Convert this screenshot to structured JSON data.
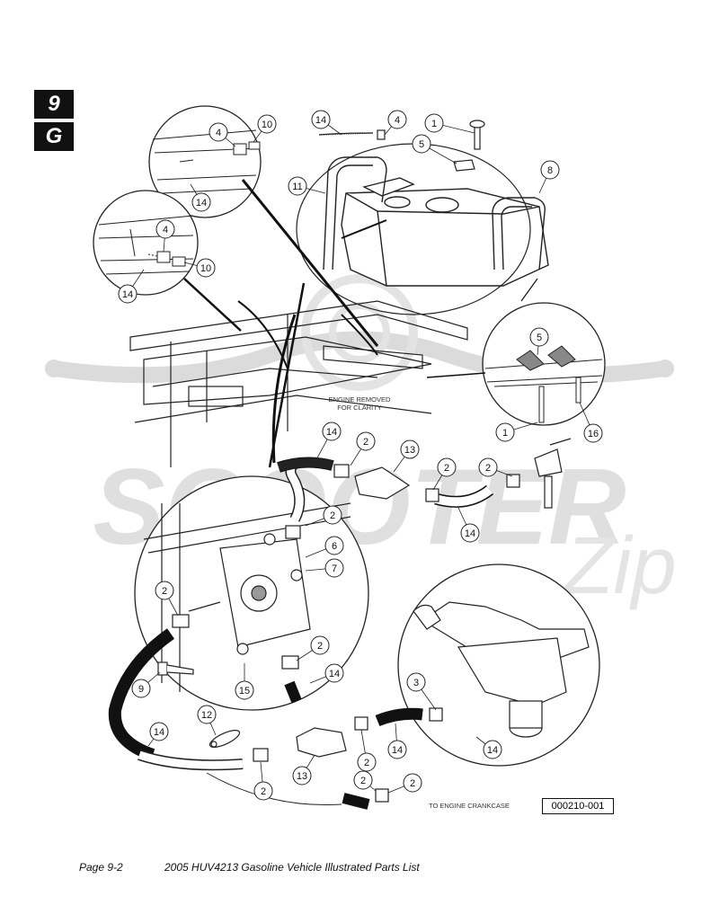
{
  "section_tabs": {
    "number": "9",
    "letter": "G"
  },
  "notes": {
    "engine_removed_line1": "ENGINE REMOVED",
    "engine_removed_line2": "FOR CLARITY",
    "to_engine": "TO ENGINE CRANKCASE"
  },
  "watermark": {
    "text": "SCOOTER",
    "script": "Zip",
    "color": "#d4d4d4"
  },
  "drawing_code": "000210-001",
  "footer": {
    "page": "Page 9-2",
    "title": "2005 HUV4213 Gasoline Vehicle Illustrated Parts List"
  },
  "callouts": [
    {
      "id": "c1",
      "label": "14"
    },
    {
      "id": "c2",
      "label": "4"
    },
    {
      "id": "c3",
      "label": "1"
    },
    {
      "id": "c4",
      "label": "5"
    },
    {
      "id": "c5",
      "label": "11"
    },
    {
      "id": "c6",
      "label": "8"
    },
    {
      "id": "c7",
      "label": "4"
    },
    {
      "id": "c8",
      "label": "10"
    },
    {
      "id": "c9",
      "label": "14"
    },
    {
      "id": "c10",
      "label": "4"
    },
    {
      "id": "c11",
      "label": "10"
    },
    {
      "id": "c12",
      "label": "14"
    },
    {
      "id": "c13",
      "label": "5"
    },
    {
      "id": "c14",
      "label": "1"
    },
    {
      "id": "c15",
      "label": "16"
    },
    {
      "id": "c16",
      "label": "14"
    },
    {
      "id": "c17",
      "label": "2"
    },
    {
      "id": "c18",
      "label": "13"
    },
    {
      "id": "c19",
      "label": "2"
    },
    {
      "id": "c20",
      "label": "2"
    },
    {
      "id": "c21",
      "label": "14"
    },
    {
      "id": "c22",
      "label": "2"
    },
    {
      "id": "c23",
      "label": "6"
    },
    {
      "id": "c24",
      "label": "7"
    },
    {
      "id": "c25",
      "label": "2"
    },
    {
      "id": "c26",
      "label": "2"
    },
    {
      "id": "c27",
      "label": "9"
    },
    {
      "id": "c28",
      "label": "15"
    },
    {
      "id": "c29",
      "label": "14"
    },
    {
      "id": "c30",
      "label": "3"
    },
    {
      "id": "c31",
      "label": "12"
    },
    {
      "id": "c32",
      "label": "14"
    },
    {
      "id": "c33",
      "label": "14"
    },
    {
      "id": "c34",
      "label": "14"
    },
    {
      "id": "c35",
      "label": "13"
    },
    {
      "id": "c36",
      "label": "2"
    },
    {
      "id": "c37",
      "label": "2"
    },
    {
      "id": "c38",
      "label": "2"
    },
    {
      "id": "c39",
      "label": "2"
    }
  ]
}
